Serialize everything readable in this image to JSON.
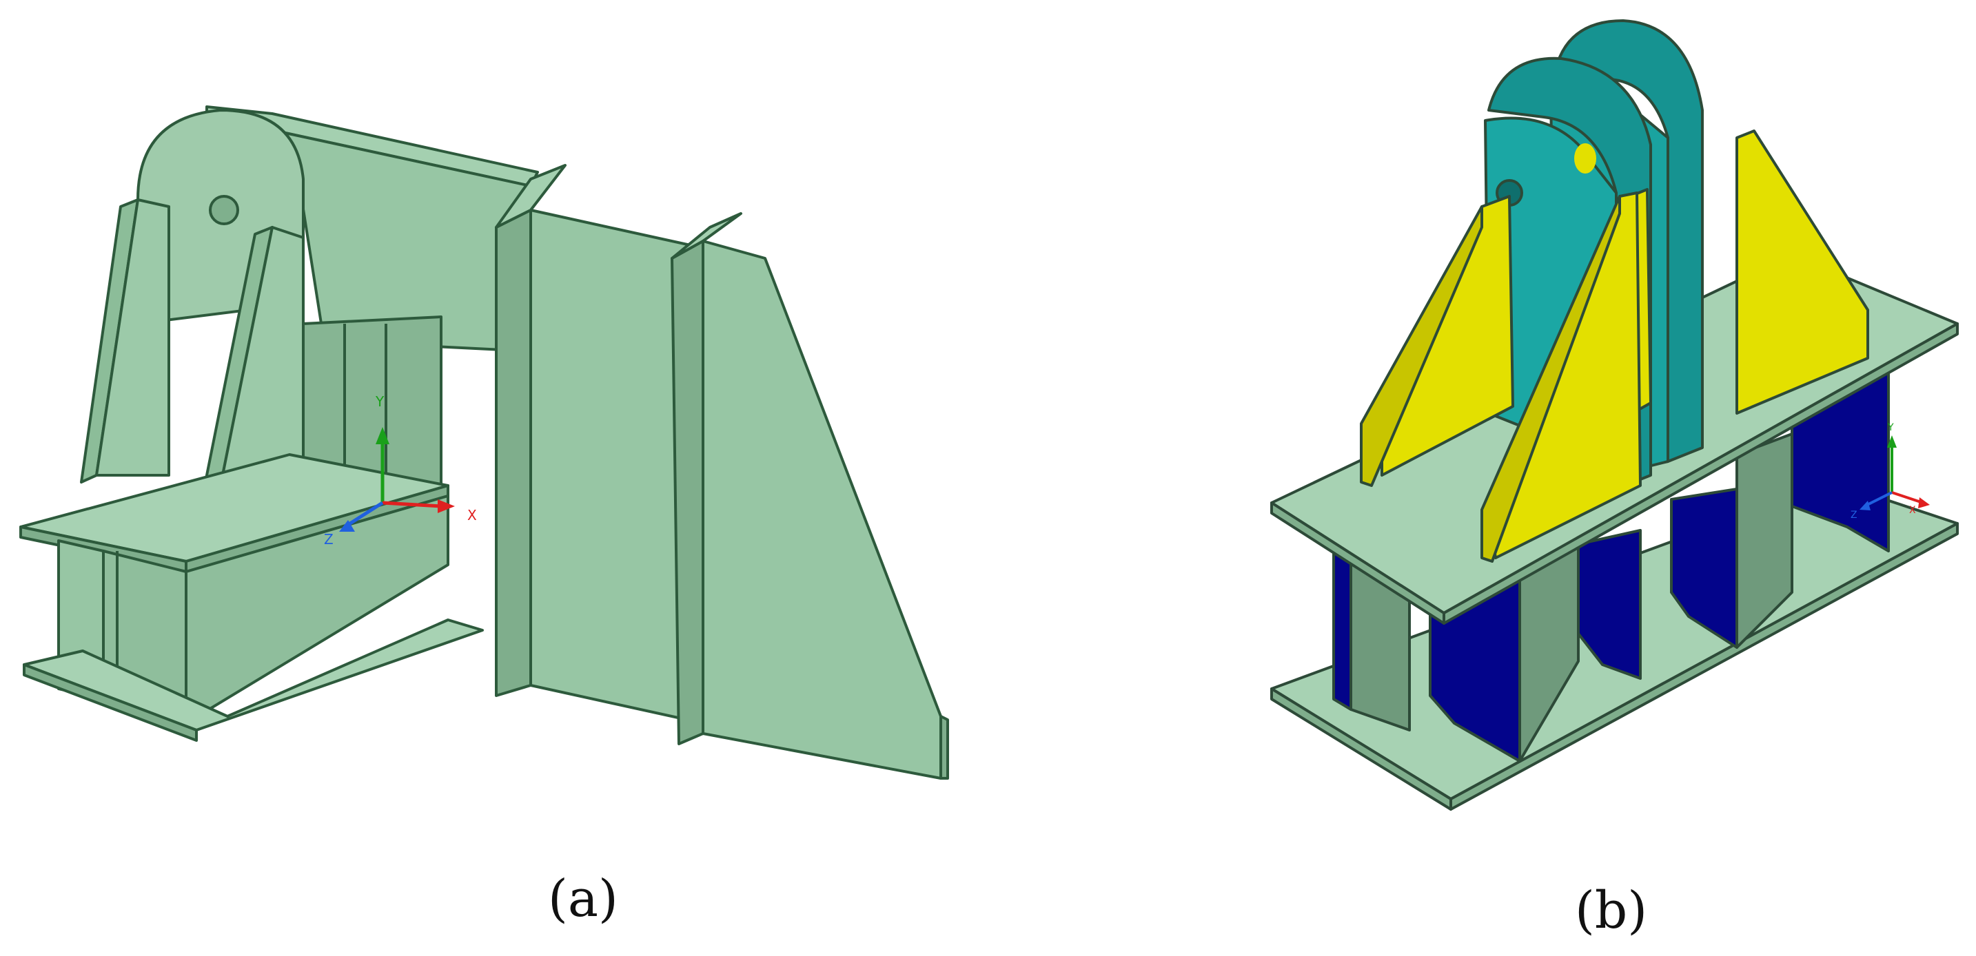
{
  "panels": [
    {
      "caption": "(a)",
      "axes": {
        "x_label": "X",
        "y_label": "Y",
        "z_label": "Z"
      }
    },
    {
      "caption": "(b)",
      "axes": {
        "x_label": "X",
        "y_label": "Y",
        "z_label": "Z"
      }
    }
  ],
  "colors": {
    "plate_green": "#97c6a4",
    "plate_green_shade": "#86b593",
    "plate_green_dark": "#6f9a7c",
    "edge": "#2d5a3c",
    "stiffener_yellow": "#e3e000",
    "lug_teal": "#169391",
    "web_navy": "#03048a",
    "axis_x": "#e02020",
    "axis_y": "#1aa01a",
    "axis_z": "#2060e0"
  }
}
